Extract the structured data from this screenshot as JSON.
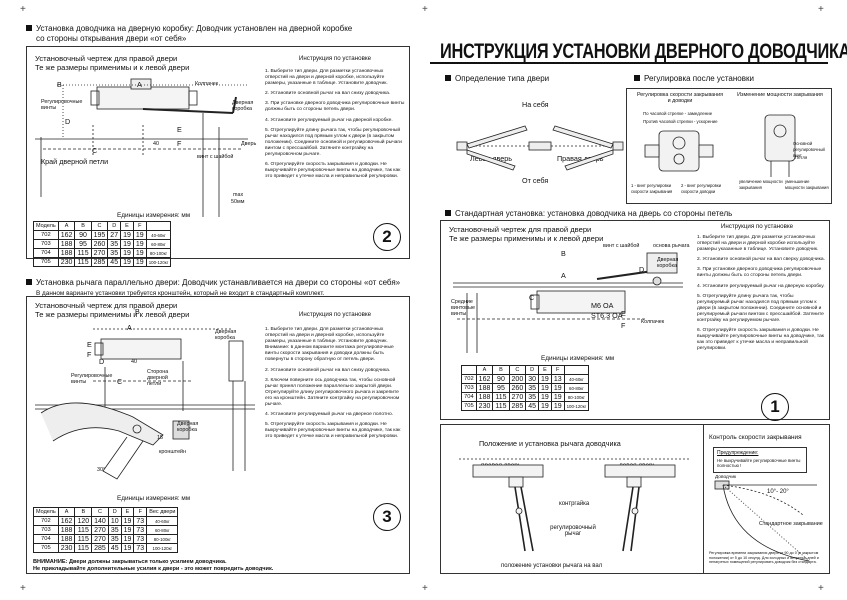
{
  "title": "ИНСТРУКЦИЯ УСТАНОВКИ ДВЕРНОГО ДОВОДЧИКА",
  "left": {
    "s2": {
      "heading": "Установка доводчика на дверную коробку: Доводчик установлен на дверной коробке",
      "heading2": "со стороны открывания двери «от себя»",
      "drawing_title": "Установочный чертеж для правой двери",
      "drawing_sub": "Те же размеры применимы и к левой двери",
      "labels": {
        "b": "B",
        "a": "A",
        "e": "E",
        "f": "F",
        "d": "D",
        "c": "C",
        "n40": "40",
        "cap": "Колпачек",
        "frame": "Дверная коробка",
        "adjust": "Регулировочные винты",
        "screw": "винт с шайбой",
        "door": "Дверь",
        "max": "max",
        "max2": "50мм",
        "edge": "Край дверной петли"
      },
      "instr_title": "Инструкция по установке",
      "instr": [
        "1. Выберите тип двери. Для разметки установочных отверстий на двери и дверной коробке, используйте размеры, указанные в таблице. Установите доводчик.",
        "2. Установите основной рычаг на вал снизу доводчика.",
        "3. При установке дверного доводчика регулировочные винты должны быть со стороны петель двери.",
        "4. Установите регулируемый рычаг на дверной коробке.",
        "5. Отрегулируйте длину рычага так, чтобы регулировочный рычаг находился под прямым углом к двери (в закрытом положении). Соедините основной и регулировочный рычаги винтом с прессшайбой. Затяните контргайку на регулировочном рычаге.",
        "6. Отрегулируйте скорость закрывания и доводки. Не выкручивайте регулировочные винты на доводчике, так как это приведет к утечке масла и неправильной регулировки."
      ],
      "units": "Единицы измерения: мм",
      "table": {
        "headers": [
          "Модель",
          "A",
          "B",
          "C",
          "D",
          "E",
          "F",
          ""
        ],
        "rows": [
          [
            "702",
            "162",
            "90",
            "195",
            "27",
            "19",
            "19",
            "40-60кг"
          ],
          [
            "703",
            "188",
            "95",
            "260",
            "35",
            "19",
            "19",
            "60-80кг"
          ],
          [
            "704",
            "188",
            "115",
            "270",
            "35",
            "19",
            "19",
            "80-100кг"
          ],
          [
            "705",
            "230",
            "115",
            "285",
            "45",
            "19",
            "19",
            "100-120кг"
          ]
        ]
      },
      "number": "2"
    },
    "s3": {
      "heading": "Установка рычага параллельно двери: Доводчик устанавливается на двери со стороны «от себя»",
      "heading2": "В данном варианте установки требуется кронштейн, который не входит в стандартный комплект.",
      "drawing_title": "Установочный чертеж для правой двери",
      "drawing_sub": "Те же размеры применимы и к левой двери",
      "labels": {
        "a": "A",
        "b": "B",
        "e": "E",
        "f": "F",
        "d": "D",
        "c": "C",
        "n40": "40",
        "n15": "15",
        "n30": "30°",
        "frame": "Дверная коробка",
        "frame2": "Дверная коробка",
        "side": "Сторона дверной петли",
        "adjust": "Регулировочные винты",
        "bracket": "кронштейн"
      },
      "instr_title": "Инструкция по установке",
      "instr": [
        "1. Выберите тип двери. Для разметки установочных отверстий на двери и дверной коробке, используйте размеры, указанные в таблице. Установите доводчик. Внимание: в данном варианте монтажа регулировочные винты скорости закрывания и доводки должны быть повернуты в сторону обратную от петель двери.",
        "2. Установите основной рычаг на вал снизу доводчика.",
        "3. Ключем поверните ось доводчика так, чтобы основной рычаг принял положение параллельно закрытой двери. Отрегулируйте длину регулировочного рычага и закрепите его на кронштейн. Затяните контргайку на регулировочном рычаге.",
        "4. Установите регулируемый рычаг на дверное полотно.",
        "5. Отрегулируйте скорость закрывания и доводки. Не выкручивайте регулировочные винты на доводчике, так как это приведет к утечке масла и неправильной регулировки."
      ],
      "units": "Единицы измерения: мм",
      "table": {
        "headers": [
          "Модель",
          "A",
          "B",
          "C",
          "D",
          "E",
          "F",
          "Вес двери"
        ],
        "rows": [
          [
            "702",
            "162",
            "120",
            "140",
            "10",
            "19",
            "73",
            "40-60кг"
          ],
          [
            "703",
            "188",
            "115",
            "270",
            "35",
            "19",
            "73",
            "60-80кг"
          ],
          [
            "704",
            "188",
            "115",
            "270",
            "35",
            "19",
            "73",
            "80-100кг"
          ],
          [
            "705",
            "230",
            "115",
            "285",
            "45",
            "19",
            "73",
            "100-120кг"
          ]
        ]
      },
      "number": "3",
      "warning1": "ВНИМАНИЕ: Двери должны закрываться только усилием доводчика.",
      "warning2": "Не прикладывайте дополнительные усилия к двери - это может повредить доводчик."
    }
  },
  "right": {
    "type": {
      "heading": "Определение типа двери",
      "na_sebya": "На себя",
      "ot_sebya": "От себя",
      "left": "Левая дверь",
      "right": "Правая дверь"
    },
    "adjust": {
      "heading": "Регулировка после установки",
      "speed": "Регулировка скорости закрывания и доводки",
      "power": "Изменение мощности закрывания",
      "cw": "По часовой стрелке - замедление",
      "ccw": "Против часовой стрелки - ускорение",
      "v1": "1 - винт регулировки скорости закрывания",
      "v2": "2 - винт регулировки скорости доводки",
      "main_screw": "Основной регулировочный винт",
      "hinge": "Петля",
      "plus": "увеличение мощности закрывания",
      "minus": "уменьшение мощности закрывания"
    },
    "std": {
      "heading": "Стандартная установка: установка доводчика на дверь со стороны петель",
      "drawing_title": "Установочный чертеж для правой двери",
      "drawing_sub": "Те же размеры применимы и к левой двери",
      "labels": {
        "screw": "винт с шайбой",
        "arm": "основа рычага",
        "frame": "Дверная коробка",
        "cap": "Колпачек",
        "adjust": "Средние винтовые винты",
        "m6": "M6 OA",
        "st": "ST6.3 OA",
        "a": "A",
        "b": "B",
        "c": "C",
        "d": "D",
        "e": "E",
        "f": "F"
      },
      "instr_title": "Инструкция по установке",
      "instr": [
        "1. Выберите тип двери. Для разметки установочных отверстий на двери и дверной коробке используйте размеры указанные в таблице. Установите доводчик.",
        "2. Установите основной рычаг на вал сверху доводчика.",
        "3. При установке дверного доводчика регулировочные винты должны быть со стороны петель двери.",
        "4. Установите регулируемый рычаг на дверную коробку.",
        "5. Отрегулируйте длину рычага так, чтобы регулируемый рычаг находился под прямым углом к двери (в закрытом положении). Соедините основной и регулируемый рычаги винтом с прессшайбой. Затяните контргайку на регулируемом рычаге.",
        "6. Отрегулируйте скорость закрывания и доводки. Не выкручивайте регулировочные винты на доводчике, так как это приведет к утечке масла и неправильной регулировки."
      ],
      "units": "Единицы измерения: мм",
      "table": {
        "headers": [
          "",
          "A",
          "B",
          "C",
          "D",
          "E",
          "F",
          ""
        ],
        "rows": [
          [
            "702",
            "162",
            "90",
            "200",
            "30",
            "19",
            "13",
            "40-60кг"
          ],
          [
            "703",
            "188",
            "95",
            "260",
            "35",
            "19",
            "19",
            "60-80кг"
          ],
          [
            "704",
            "188",
            "115",
            "270",
            "35",
            "19",
            "19",
            "80-100кг"
          ],
          [
            "705",
            "230",
            "115",
            "285",
            "45",
            "19",
            "19",
            "100-120кг"
          ]
        ]
      },
      "number": "1"
    },
    "lever": {
      "title": "Положение и установка рычага доводчика",
      "right": "правая дверь",
      "left": "левая дверь",
      "contr": "контргайка",
      "arm": "регулировочный рычаг",
      "shaft": "положение установки рычага на вал"
    },
    "control": {
      "title": "Контроль скорости закрывания",
      "warn_t": "Предупреждение:",
      "warn": "Не выкручивайте регулировочные винты полностью !",
      "closer": "Доводчик",
      "angle": "10°- 20°",
      "std": "Стандартное закрывание",
      "note": "Регулировка времени закрывания двери от 90 до 0 (в закрытом положении) от 5 до 10 секунд. Для холодных и ветреных дней и ненагретых помещений регулировать доводчик без стандарта."
    }
  }
}
